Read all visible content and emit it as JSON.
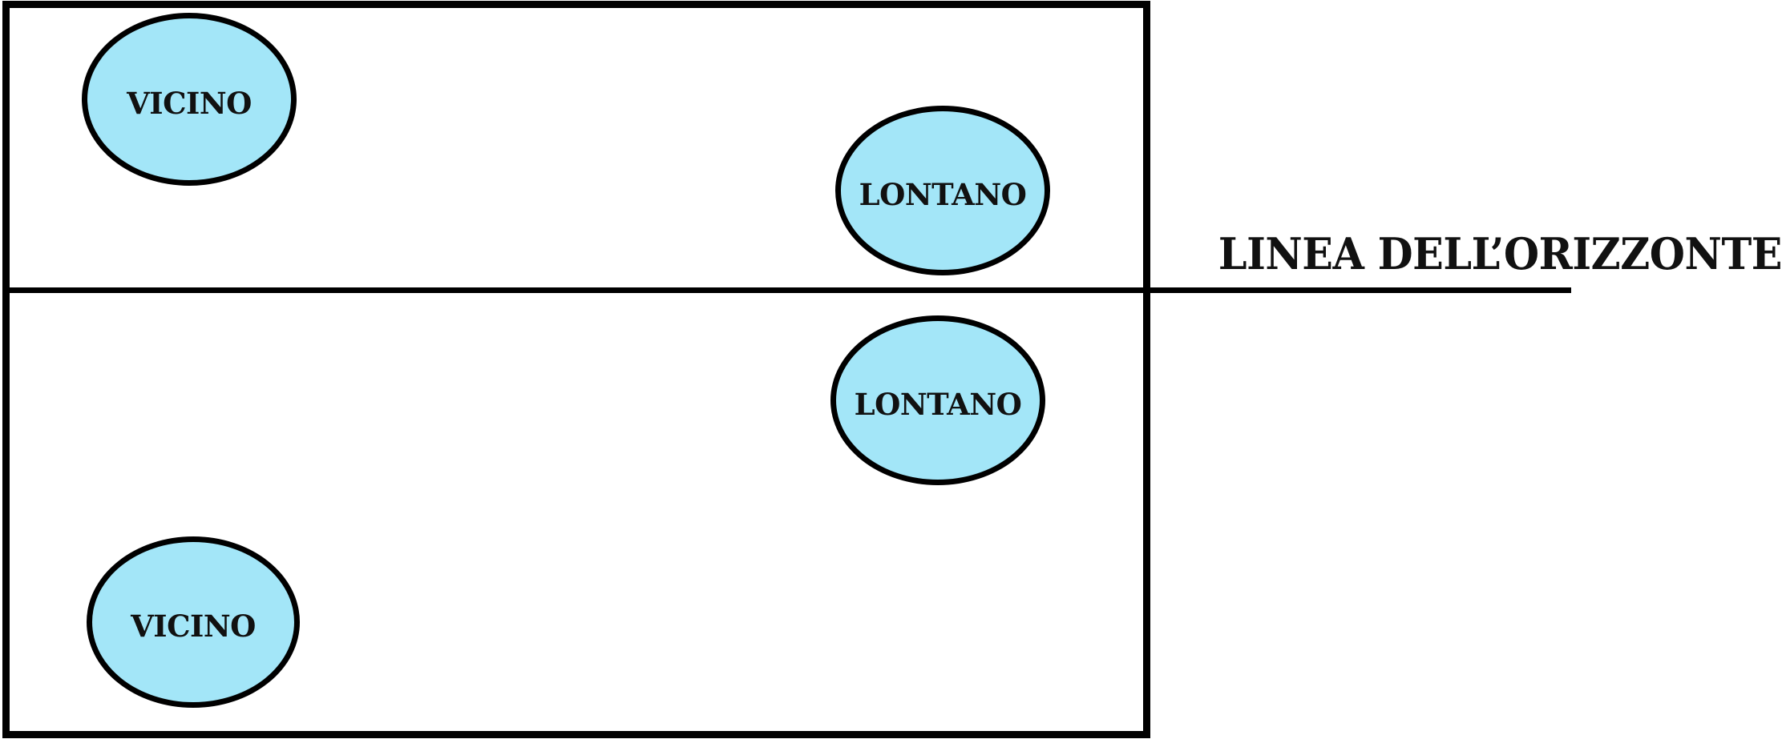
{
  "canvas": {
    "background": "#FFFFFF"
  },
  "horizon": {
    "label": "LINEA DELL’ORIZZONTE",
    "line_color": "#000000"
  },
  "ellipses": [
    {
      "label": "VICINO"
    },
    {
      "label": "LONTANO"
    },
    {
      "label": "LONTANO"
    },
    {
      "label": "VICINO"
    }
  ],
  "colors": {
    "ellipse_fill": "#A3E6F8",
    "stroke": "#000000",
    "text": "#111111"
  }
}
